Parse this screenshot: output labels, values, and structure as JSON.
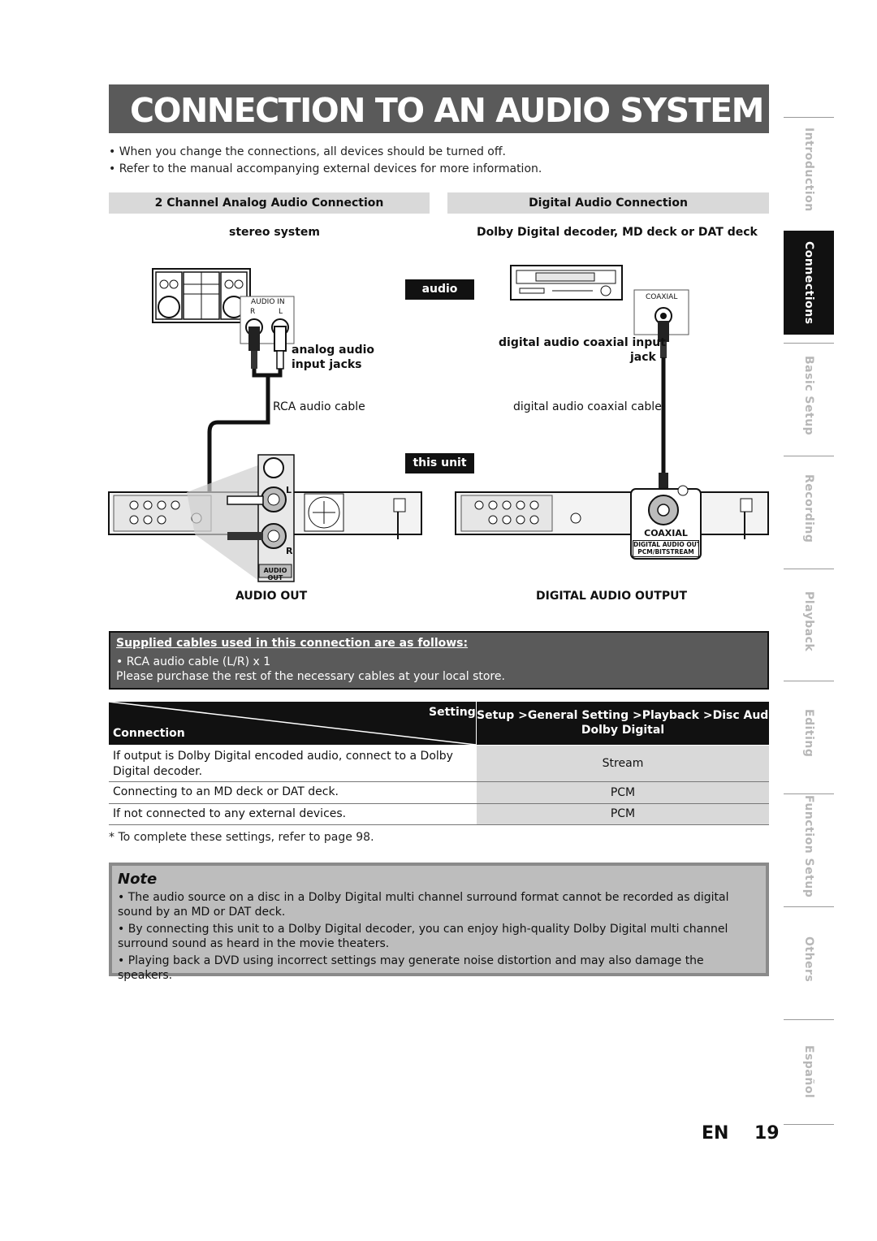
{
  "title": "CONNECTION TO AN AUDIO SYSTEM",
  "bullets": [
    "• When you change the connections, all devices should be turned off.",
    "• Refer to the manual accompanying external devices for more information."
  ],
  "analog": {
    "heading": "2 Channel Analog Audio Connection",
    "device": "stereo system",
    "audio_in": "AUDIO IN",
    "r": "R",
    "l": "L",
    "jacks_label_1": "analog audio",
    "jacks_label_2": "input jacks",
    "cable": "RCA audio cable",
    "panel_l": "L",
    "panel_r": "R",
    "panel_label": "AUDIO OUT",
    "output": "AUDIO OUT"
  },
  "digital": {
    "heading": "Digital Audio Connection",
    "device": "Dolby Digital decoder, MD deck or DAT deck",
    "coaxial_small": "COAXIAL",
    "jack_label_1": "digital audio coaxial input",
    "jack_label_2": "jack",
    "cable": "digital audio coaxial cable",
    "panel_coaxial": "COAXIAL",
    "panel_line1": "DIGITAL AUDIO OUTPUT",
    "panel_line2": "PCM/BITSTREAM",
    "output": "DIGITAL AUDIO OUTPUT"
  },
  "tags": {
    "audio": "audio",
    "this_unit": "this unit"
  },
  "supplied": {
    "heading": "Supplied cables used in this connection are as follows:",
    "item": "• RCA audio cable (L/R) x 1",
    "note": "Please purchase the rest of the necessary cables at your local store."
  },
  "settings_table": {
    "setting_label": "Setting",
    "connection_label": "Connection",
    "path": "Setup >General Setting >Playback >Disc Audio >",
    "path_item": "Dolby Digital",
    "rows": [
      {
        "connection": "If output is Dolby Digital encoded audio, connect to a Dolby Digital decoder.",
        "value": "Stream"
      },
      {
        "connection": "Connecting to an MD deck or DAT deck.",
        "value": "PCM"
      },
      {
        "connection": "If not connected to any external devices.",
        "value": "PCM"
      }
    ]
  },
  "footnote": "* To complete these settings, refer to page 98.",
  "note": {
    "heading": "Note",
    "items": [
      "• The audio source on a disc in a Dolby Digital multi channel surround format cannot be recorded as digital sound by an MD or DAT deck.",
      "• By connecting this unit to a Dolby Digital decoder, you can enjoy high-quality Dolby Digital multi channel surround sound as heard in the movie theaters.",
      "• Playing back a DVD using incorrect settings may generate noise distortion and may also damage the speakers."
    ]
  },
  "side_tabs": [
    "Introduction",
    "Connections",
    "Basic Setup",
    "Recording",
    "Playback",
    "Editing",
    "Function Setup",
    "Others",
    "Español"
  ],
  "active_tab": "Connections",
  "page": {
    "lang": "EN",
    "number": "19"
  },
  "colors": {
    "title_bg": "#5a5a5a",
    "header_gray": "#d9d9d9",
    "note_bg": "#bdbdbd",
    "active_tab": "#111111"
  }
}
